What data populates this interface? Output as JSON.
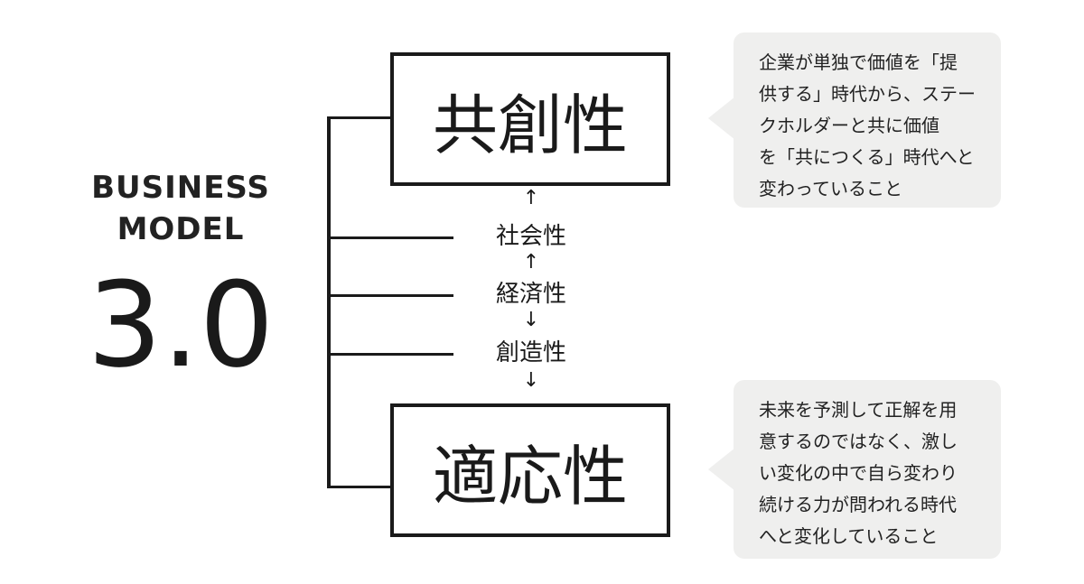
{
  "title": {
    "line1": "BUSINESS",
    "line2": "MODEL",
    "version": "3.0"
  },
  "boxes": {
    "top": "共創性",
    "bottom": "適応性"
  },
  "middle": {
    "items": [
      "社会性",
      "経済性",
      "創造性"
    ],
    "arrows": [
      "↑",
      "↑",
      "↓",
      "↓"
    ]
  },
  "bubbles": {
    "top": {
      "lines": [
        "企業が単独で価値を「提",
        "供する」時代から、ステー",
        "クホルダーと共に価値",
        "を「共につくる」時代へと",
        "変わっていること"
      ]
    },
    "bottom": {
      "lines": [
        "未来を予測して正解を用",
        "意するのではなく、激し",
        "い変化の中で自ら変わり",
        "続ける力が問われる時代",
        "へと変化していること"
      ]
    }
  }
}
